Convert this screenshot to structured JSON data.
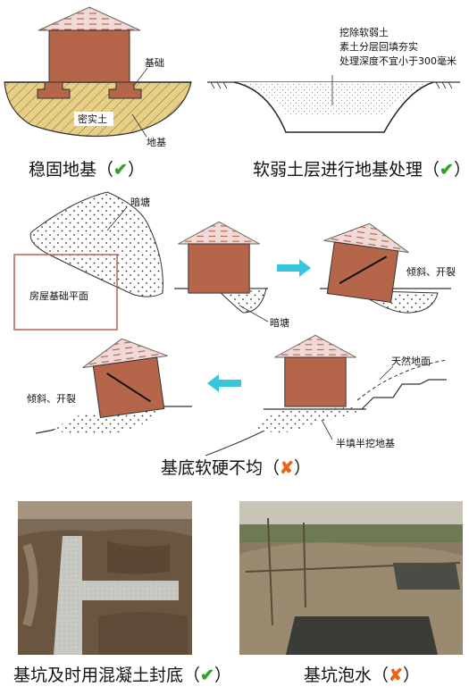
{
  "panel1": {
    "label_foundation": "基础",
    "label_dense_soil": "密实土",
    "label_subgrade": "地基",
    "caption": "稳固地基（",
    "caption_end": "）"
  },
  "panel2": {
    "note_line1": "挖除软弱土",
    "note_line2": "素土分层回填夯实",
    "note_line3": "处理深度不宜小于300毫米",
    "caption": "软弱土层进行地基处理（",
    "caption_end": "）"
  },
  "panel3": {
    "label_dark_pond_top": "暗塘",
    "label_plan": "房屋基础平面",
    "label_dark_pond_bottom": "暗塘",
    "label_tilt_right": "倾斜、开裂"
  },
  "panel4": {
    "label_tilt_left": "倾斜、开裂",
    "label_natural_ground": "天然地面",
    "label_half_fill": "半填半挖地基",
    "caption": "基底软硬不均（",
    "caption_end": "）"
  },
  "photos": {
    "left_caption": "基坑及时用混凝土封底（",
    "left_caption_end": "）",
    "right_caption": "基坑泡水（",
    "right_caption_end": "）"
  },
  "colors": {
    "house_wall": "#b5654a",
    "roof": "#f1d9d7",
    "check": "#2aa52a",
    "cross": "#e8641a",
    "arrow": "#36c7dc",
    "soil": "#e7cf86",
    "plan_border": "#b5654a"
  },
  "icons": {
    "check": "check-icon",
    "cross": "cross-icon",
    "arrow": "arrow-icon"
  }
}
